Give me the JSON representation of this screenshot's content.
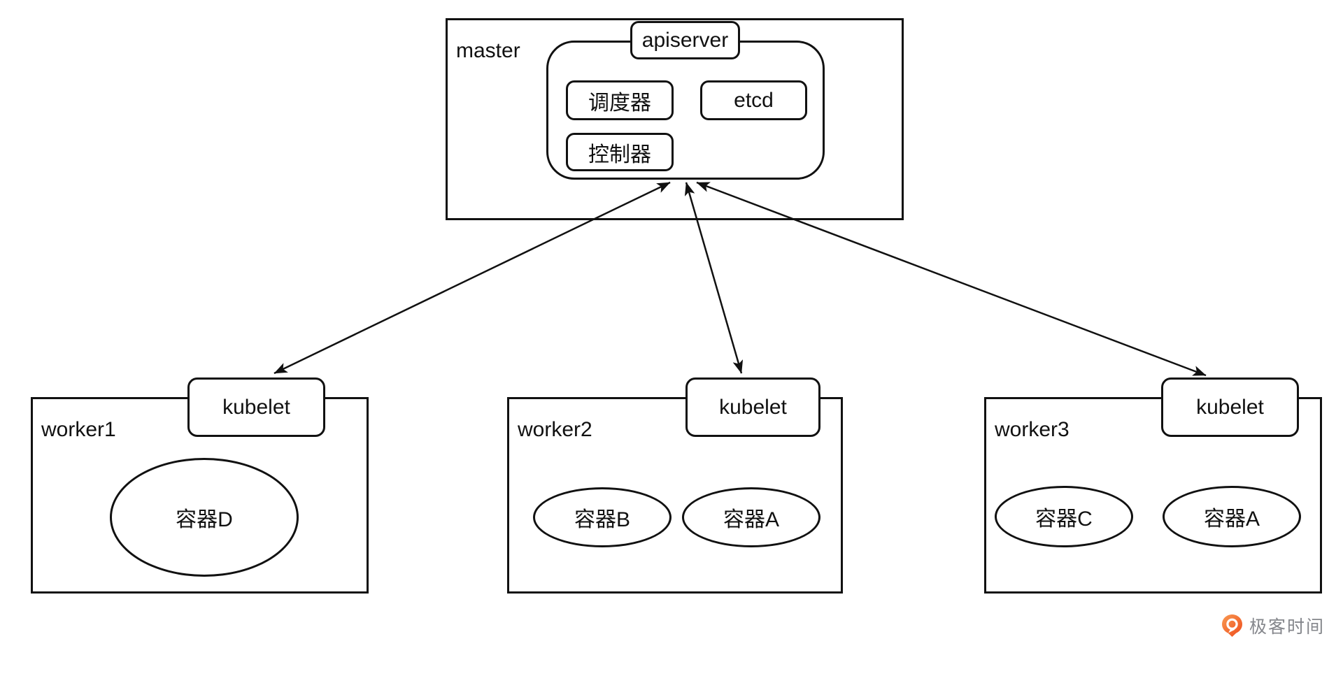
{
  "diagram": {
    "master": {
      "label": "master",
      "apiserver_label": "apiserver",
      "components": [
        {
          "id": "scheduler",
          "label": "调度器"
        },
        {
          "id": "etcd",
          "label": "etcd"
        },
        {
          "id": "controller",
          "label": "控制器"
        }
      ]
    },
    "workers": [
      {
        "label": "worker1",
        "kubelet_label": "kubelet",
        "containers": [
          "容器D"
        ]
      },
      {
        "label": "worker2",
        "kubelet_label": "kubelet",
        "containers": [
          "容器B",
          "容器A"
        ]
      },
      {
        "label": "worker3",
        "kubelet_label": "kubelet",
        "containers": [
          "容器C",
          "容器A"
        ]
      }
    ],
    "connections": [
      {
        "from": "apiserver",
        "to": "worker1 kubelet",
        "type": "bidirectional-arrow"
      },
      {
        "from": "apiserver",
        "to": "worker2 kubelet",
        "type": "bidirectional-arrow"
      },
      {
        "from": "apiserver",
        "to": "worker3 kubelet",
        "type": "bidirectional-arrow"
      }
    ],
    "stroke_color": "#111111",
    "background_color": "#ffffff"
  },
  "watermark": {
    "logo_text": "极客时间",
    "logo_orange": "#f26122",
    "text_color": "#85878c"
  }
}
